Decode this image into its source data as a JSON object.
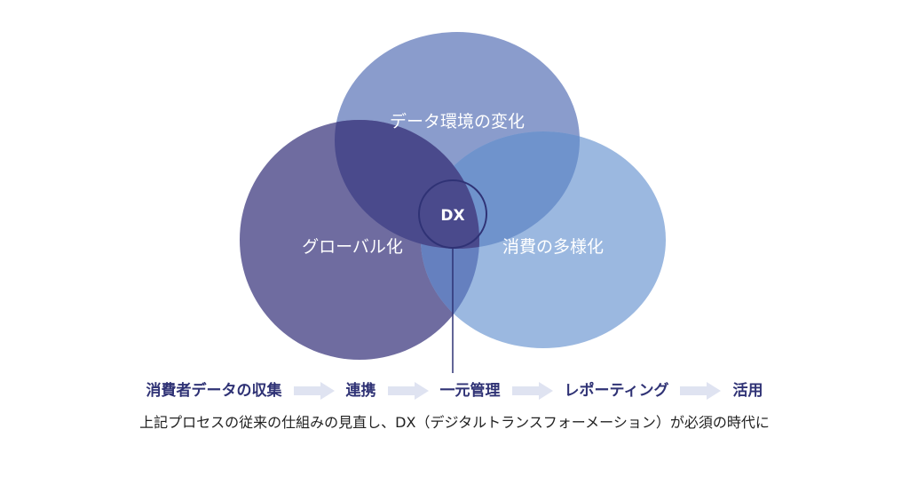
{
  "venn": {
    "top_label": "データ環境の変化",
    "left_label": "グローバル化",
    "right_label": "消費の多様化",
    "center_label": "DX"
  },
  "colors": {
    "top_circle": "#8a9ccc",
    "left_circle": "#6f6ca0",
    "right_circle": "#9bb8e0",
    "overlap_top_left": "#4a4a8c",
    "overlap_top_right": "#6f93cc",
    "overlap_left_right": "#6580bf",
    "center_ring": "#2f3275",
    "flow_text": "#2f3275",
    "flow_arrow": "#dfe3f1"
  },
  "flow": {
    "steps": [
      "消費者データの収集",
      "連携",
      "一元管理",
      "レポーティング",
      "活用"
    ]
  },
  "caption": "上記プロセスの従来の仕組みの見直し、DX（デジタルトランスフォーメーション）が必須の時代に"
}
